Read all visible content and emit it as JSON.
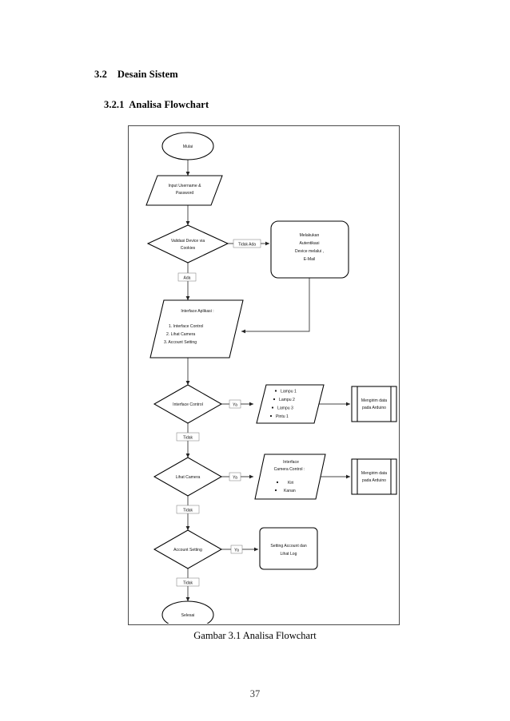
{
  "document": {
    "section_heading": "3.2    Desain Sistem",
    "subsection_heading": "3.2.1  Analisa Flowchart",
    "figure_caption": "Gambar 3.1 Analisa Flowchart",
    "page_number": "37"
  },
  "flowchart": {
    "title": "Analisa Flowchart",
    "nodes": {
      "start": {
        "type": "terminator",
        "text": "Mulai"
      },
      "input_login": {
        "type": "input-output",
        "line1": "Input Username &",
        "line2": "Password"
      },
      "validate_device": {
        "type": "decision",
        "line1": "Validasi Device via",
        "line2": "Cookies"
      },
      "auth_email": {
        "type": "process-rounded",
        "line1": "Melakukan",
        "line2": "Autentikasi",
        "line3": "Device melalui ,",
        "line4": "E-Mail"
      },
      "interface_app": {
        "type": "input-output",
        "header": "Interface Aplikasi :",
        "items": [
          "1.   Interface Control",
          "2.    Lihat Camera",
          "3.   Account Setting"
        ]
      },
      "interface_control": {
        "type": "decision",
        "text": "Interface Control"
      },
      "control_options": {
        "type": "input-output",
        "items": [
          "Lampu 1",
          "Lampu 2",
          "Lampu 3",
          "Pintu 1"
        ]
      },
      "send_arduino_1": {
        "type": "predefined-process",
        "line1": "Mengirim data",
        "line2": "pada Arduino"
      },
      "view_camera": {
        "type": "decision",
        "text": "Lihat Camera"
      },
      "camera_options": {
        "type": "input-output",
        "header1": "Interface",
        "header2": "Camera Control :",
        "items": [
          "Kiri",
          "Kanan"
        ]
      },
      "send_arduino_2": {
        "type": "predefined-process",
        "line1": "Mengirim data",
        "line2": "pada Arduino"
      },
      "account_setting": {
        "type": "decision",
        "text": "Account Setting"
      },
      "setting_log": {
        "type": "process-rounded",
        "line1": "Setting Account dan",
        "line2": "Lihat Log"
      },
      "end": {
        "type": "terminator",
        "text": "Selesai"
      }
    },
    "edge_labels": {
      "validate_no": "Tidak Ada",
      "validate_yes": "Ada",
      "control_yes": "Ya",
      "control_no": "Tidak",
      "camera_yes": "Ya",
      "camera_no": "Tidak",
      "account_yes": "Ya",
      "account_no": "Tidak"
    }
  }
}
